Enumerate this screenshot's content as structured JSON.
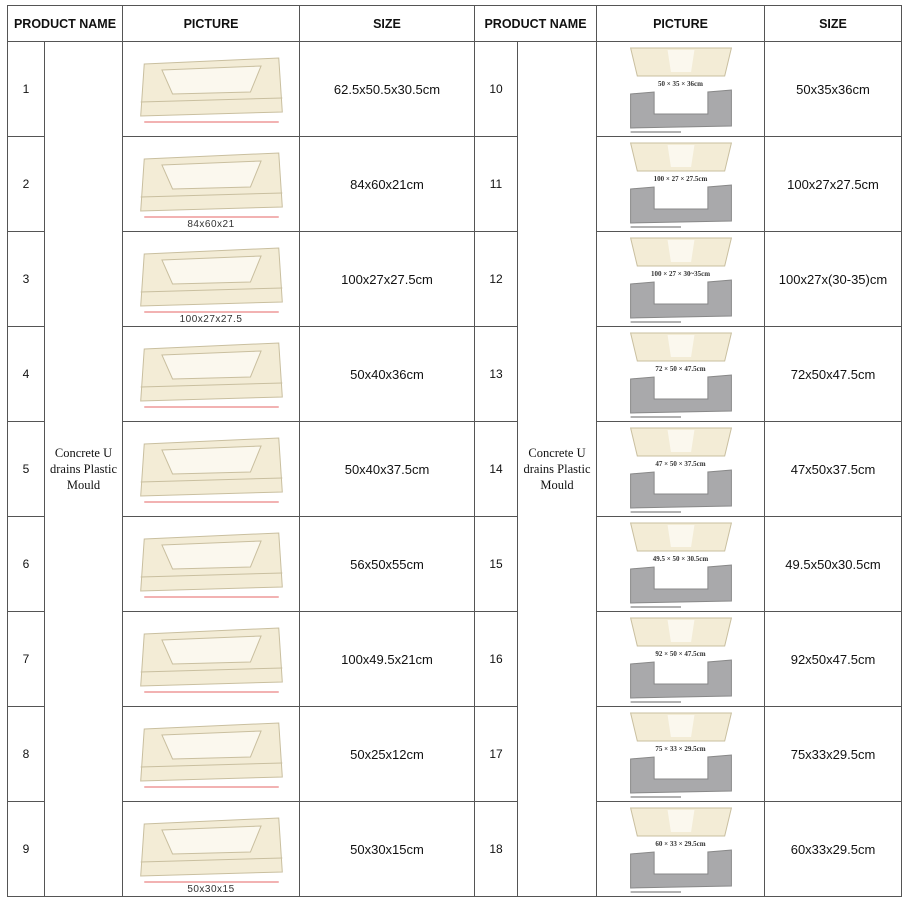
{
  "header": {
    "product_name": "PRODUCT NAME",
    "picture": "PICTURE",
    "size": "SIZE"
  },
  "product_name": "Concrete U drains Plastic Mould",
  "left_rows": [
    {
      "num": "1",
      "size": "62.5x50.5x30.5cm",
      "caption": ""
    },
    {
      "num": "2",
      "size": "84x60x21cm",
      "caption": "84x60x21"
    },
    {
      "num": "3",
      "size": "100x27x27.5cm",
      "caption": "100x27x27.5"
    },
    {
      "num": "4",
      "size": "50x40x36cm",
      "caption": ""
    },
    {
      "num": "5",
      "size": "50x40x37.5cm",
      "caption": ""
    },
    {
      "num": "6",
      "size": "56x50x55cm",
      "caption": ""
    },
    {
      "num": "7",
      "size": "100x49.5x21cm",
      "caption": ""
    },
    {
      "num": "8",
      "size": "50x25x12cm",
      "caption": ""
    },
    {
      "num": "9",
      "size": "50x30x15cm",
      "caption": "50x30x15"
    }
  ],
  "right_rows": [
    {
      "num": "10",
      "size": "50x35x36cm",
      "caption": "50 × 35 × 36cm"
    },
    {
      "num": "11",
      "size": "100x27x27.5cm",
      "caption": "100 × 27 × 27.5cm"
    },
    {
      "num": "12",
      "size": "100x27x(30-35)cm",
      "caption": "100 × 27 × 30~35cm"
    },
    {
      "num": "13",
      "size": "72x50x47.5cm",
      "caption": "72 × 50 × 47.5cm"
    },
    {
      "num": "14",
      "size": "47x50x37.5cm",
      "caption": "47 × 50 × 37.5cm"
    },
    {
      "num": "15",
      "size": "49.5x50x30.5cm",
      "caption": "49.5 × 50 × 30.5cm"
    },
    {
      "num": "16",
      "size": "92x50x47.5cm",
      "caption": "92 × 50 × 47.5cm"
    },
    {
      "num": "17",
      "size": "75x33x29.5cm",
      "caption": "75 × 33 × 29.5cm"
    },
    {
      "num": "18",
      "size": "60x33x29.5cm",
      "caption": "60 × 33 × 29.5cm"
    }
  ],
  "colors": {
    "mould": "#f3ecd6",
    "mould_edge": "#c9bf9f",
    "concrete": "#a9a9ab",
    "dim": "#d33"
  }
}
